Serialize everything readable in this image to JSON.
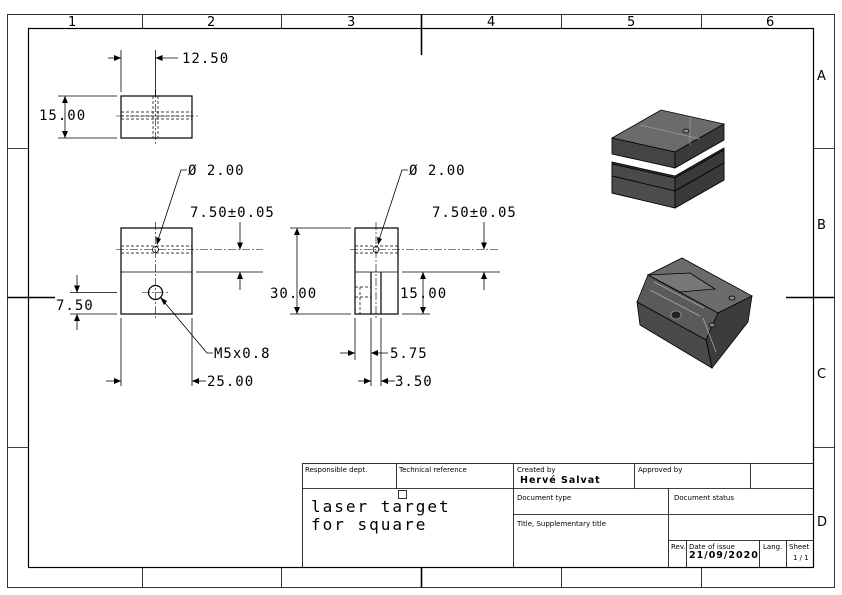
{
  "frame": {
    "columns": [
      "1",
      "2",
      "3",
      "4",
      "5",
      "6"
    ],
    "rows": [
      "A",
      "B",
      "C",
      "D"
    ]
  },
  "dimensions": {
    "top_width": "12.50",
    "top_height": "15.00",
    "hole_left": "Ø 2.00",
    "hole_right": "Ø 2.00",
    "hole_offset_left": "7.50±0.05",
    "hole_offset_right": "7.50±0.05",
    "thread_pos": "7.50",
    "thread": "M5x0.8",
    "front_width": "25.00",
    "side_height": "30.00",
    "slot_height": "15.00",
    "slot_offset": "5.75",
    "slot_width": "3.50"
  },
  "title_block": {
    "responsible_dept_label": "Responsible dept.",
    "technical_reference_label": "Technical reference",
    "created_by_label": "Created by",
    "created_by": "Hervé Salvat",
    "approved_by_label": "Approved by",
    "title_line1": "laser target",
    "title_line2": "for square",
    "document_type_label": "Document type",
    "document_status_label": "Document status",
    "title_supp_label": "Title, Supplementary title",
    "rev_label": "Rev.",
    "date_label": "Date of issue",
    "date": "21/09/2020",
    "lang_label": "Lang.",
    "sheet_label": "Sheet",
    "sheet": "1 / 1"
  }
}
